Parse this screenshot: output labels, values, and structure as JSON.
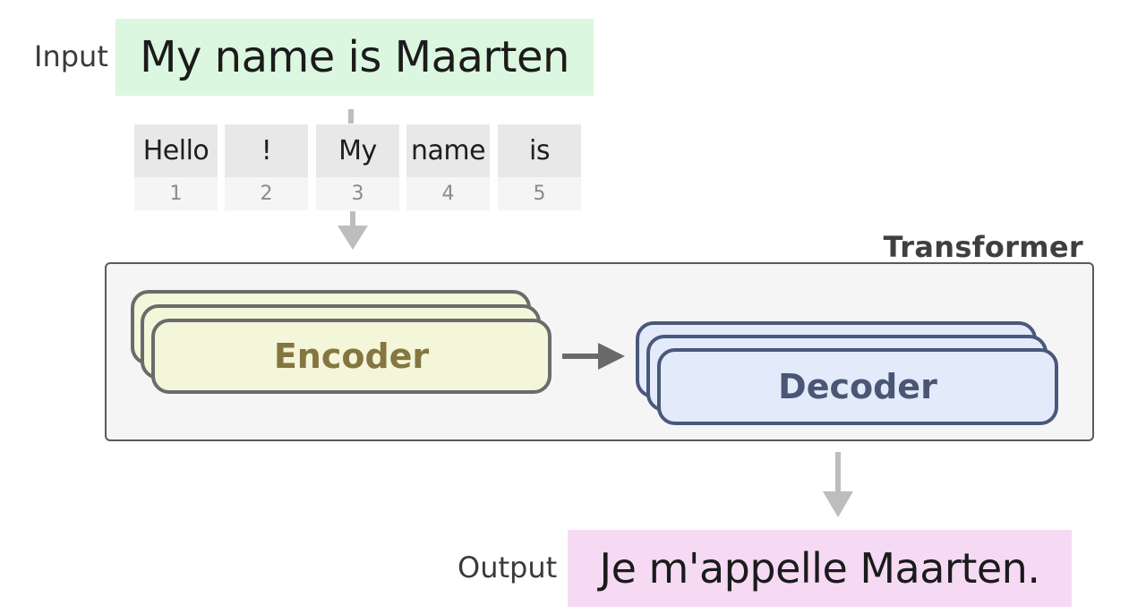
{
  "input": {
    "label": "Input",
    "text": "My name is Maarten"
  },
  "tokens": [
    {
      "text": "Hello",
      "id": "1"
    },
    {
      "text": "!",
      "id": "2"
    },
    {
      "text": "My",
      "id": "3"
    },
    {
      "text": "name",
      "id": "4"
    },
    {
      "text": "is",
      "id": "5"
    }
  ],
  "transformer": {
    "title": "Transformer",
    "encoder": "Encoder",
    "decoder": "Decoder"
  },
  "output": {
    "label": "Output",
    "text": "Je m'appelle Maarten."
  },
  "colors": {
    "input_bg": "#dcf7df",
    "output_bg": "#f6daf4",
    "encoder_fill": "#f3f6d9",
    "encoder_text": "#857540",
    "decoder_fill": "#e3ebfa",
    "decoder_stroke": "#49587a",
    "arrow": "#bdbdbd"
  }
}
